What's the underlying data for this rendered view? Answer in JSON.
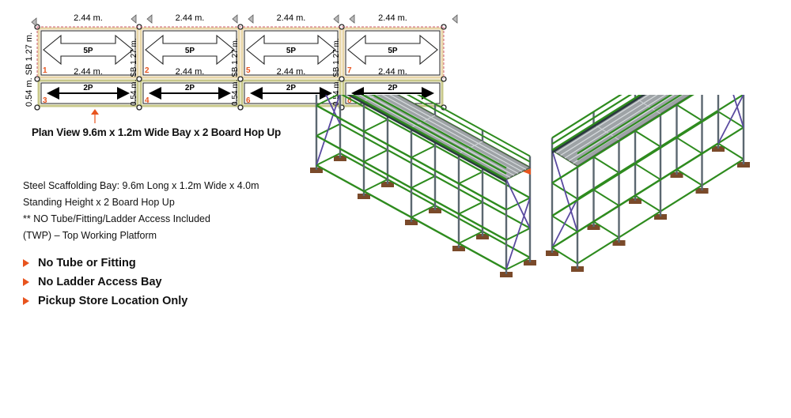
{
  "plan_view": {
    "caption": "Plan View 9.6m x 1.2m Wide Bay x 2 Board Hop Up",
    "bay_length_label": "2.44 m.",
    "main_board_label": "5P",
    "hop_board_label": "2P",
    "side_main_label": "0.54 m. SB 1.27 m.",
    "side_hop_label": "0.54 m.",
    "bay_numbers_main": [
      "1",
      "2",
      "5",
      "7"
    ],
    "bay_numbers_hop": [
      "3",
      "4",
      "6",
      "8"
    ]
  },
  "description": {
    "lines": [
      "Steel Scaffolding Bay: 9.6m Long x 1.2m Wide x 4.0m",
      "Standing Height x 2 Board Hop Up",
      "** NO Tube/Fitting/Ladder Access Included",
      "(TWP) – Top Working Platform"
    ]
  },
  "bullets": [
    "No Tube or Fitting",
    "No Ladder Access Bay",
    "Pickup Store Location Only"
  ],
  "colors": {
    "accent": "#e8541e",
    "main_deck_border": "#e8d6a8",
    "hop_deck_border": "#c8c88a",
    "frame_green": "#2e8b1e",
    "standard_gray": "#5b6770",
    "brace_purple": "#5a4aa0",
    "deck_gray": "#9ea3a6",
    "base_brown": "#7a4a2a"
  }
}
